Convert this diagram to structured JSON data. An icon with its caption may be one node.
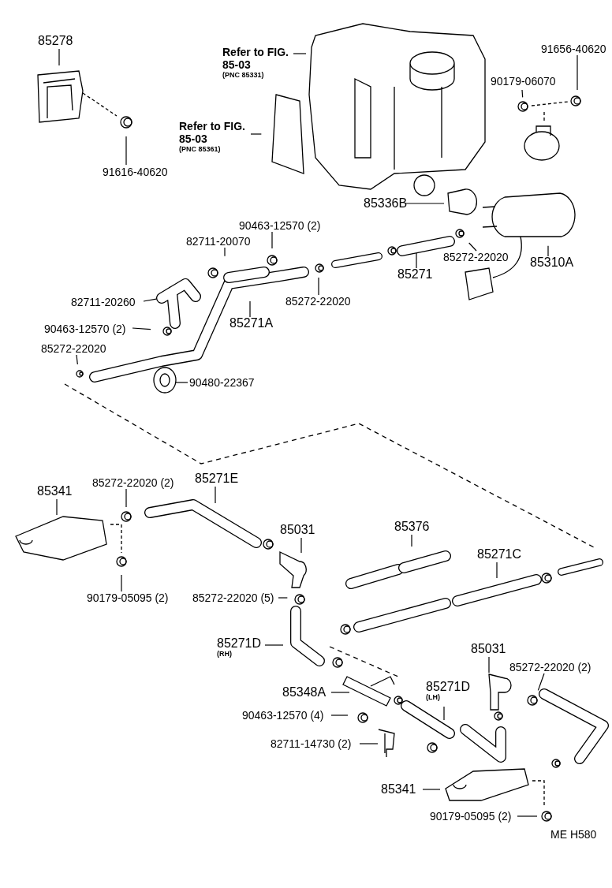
{
  "diagram": {
    "nodes": [
      {
        "text": [
          "85278"
        ]
      },
      {
        "text": [
          "91616-40620"
        ]
      },
      {
        "text": [
          "Refer to FIG. 85-03",
          "(PNC 85331)"
        ]
      },
      {
        "text": [
          "Refer to FIG. 85-03",
          "(PNC 85361)"
        ]
      },
      {
        "text": [
          "90179-06070"
        ]
      },
      {
        "text": [
          "91656-40620"
        ]
      },
      {
        "text": [
          "85336B"
        ]
      },
      {
        "text": [
          "85272-22020"
        ]
      },
      {
        "text": [
          "85271"
        ]
      },
      {
        "text": [
          "85310A"
        ]
      },
      {
        "text": [
          "90463-12570 (2)"
        ]
      },
      {
        "text": [
          "82711-20070"
        ]
      },
      {
        "text": [
          "82711-20260"
        ]
      },
      {
        "text": [
          "85272-22020"
        ]
      },
      {
        "text": [
          "85271A"
        ]
      },
      {
        "text": [
          "90463-12570 (2)"
        ]
      },
      {
        "text": [
          "85272-22020"
        ]
      },
      {
        "text": [
          "90480-22367"
        ]
      },
      {
        "text": [
          "85341"
        ]
      },
      {
        "text": [
          "85272-22020 (2)"
        ]
      },
      {
        "text": [
          "85271E"
        ]
      },
      {
        "text": [
          "85031"
        ]
      },
      {
        "text": [
          "90179-05095 (2)"
        ]
      },
      {
        "text": [
          "85272-22020 (5)"
        ]
      },
      {
        "text": [
          "85376"
        ]
      },
      {
        "text": [
          "85271C"
        ]
      },
      {
        "text": [
          "85271D",
          "(RH)"
        ]
      },
      {
        "text": [
          "85348A"
        ]
      },
      {
        "text": [
          "90463-12570 (4)"
        ]
      },
      {
        "text": [
          "82711-14730 (2)"
        ]
      },
      {
        "text": [
          "85271D",
          "(LH)"
        ]
      },
      {
        "text": [
          "85031"
        ]
      },
      {
        "text": [
          "85272-22020 (2)"
        ]
      },
      {
        "text": [
          "85341"
        ]
      },
      {
        "text": [
          "90179-05095 (2)"
        ]
      }
    ],
    "edges": [
      {
        "from": 0,
        "to": null,
        "arrow": "none"
      },
      {
        "from": 1,
        "to": null,
        "arrow": "none"
      },
      {
        "from": 2,
        "to": null,
        "arrow": "none"
      },
      {
        "from": 3,
        "to": null,
        "arrow": "none"
      },
      {
        "from": 4,
        "to": null,
        "arrow": "none"
      },
      {
        "from": 5,
        "to": null,
        "arrow": "none"
      },
      {
        "from": 6,
        "to": null,
        "arrow": "none"
      },
      {
        "from": 7,
        "to": null,
        "arrow": "none"
      },
      {
        "from": 8,
        "to": null,
        "arrow": "none"
      },
      {
        "from": 9,
        "to": null,
        "arrow": "none"
      },
      {
        "from": 10,
        "to": null,
        "arrow": "none"
      },
      {
        "from": 11,
        "to": null,
        "arrow": "none"
      },
      {
        "from": 12,
        "to": null,
        "arrow": "none"
      },
      {
        "from": 13,
        "to": null,
        "arrow": "none"
      },
      {
        "from": 14,
        "to": null,
        "arrow": "none"
      },
      {
        "from": 15,
        "to": null,
        "arrow": "none"
      },
      {
        "from": 16,
        "to": null,
        "arrow": "none"
      },
      {
        "from": 17,
        "to": null,
        "arrow": "none"
      },
      {
        "from": 18,
        "to": null,
        "arrow": "none"
      },
      {
        "from": 19,
        "to": null,
        "arrow": "none"
      },
      {
        "from": 20,
        "to": null,
        "arrow": "none"
      },
      {
        "from": 21,
        "to": null,
        "arrow": "none"
      },
      {
        "from": 22,
        "to": null,
        "arrow": "none"
      },
      {
        "from": 23,
        "to": null,
        "arrow": "none"
      },
      {
        "from": 24,
        "to": null,
        "arrow": "none"
      },
      {
        "from": 25,
        "to": null,
        "arrow": "none"
      },
      {
        "from": 26,
        "to": null,
        "arrow": "none"
      },
      {
        "from": 27,
        "to": null,
        "arrow": "none"
      },
      {
        "from": 28,
        "to": null,
        "arrow": "none"
      },
      {
        "from": 29,
        "to": null,
        "arrow": "none"
      },
      {
        "from": 30,
        "to": null,
        "arrow": "none"
      },
      {
        "from": 31,
        "to": null,
        "arrow": "none"
      },
      {
        "from": 32,
        "to": null,
        "arrow": "none"
      },
      {
        "from": 33,
        "to": null,
        "arrow": "none"
      },
      {
        "from": 34,
        "to": null,
        "arrow": "none"
      }
    ],
    "labels": [
      "ME  H580"
    ]
  }
}
